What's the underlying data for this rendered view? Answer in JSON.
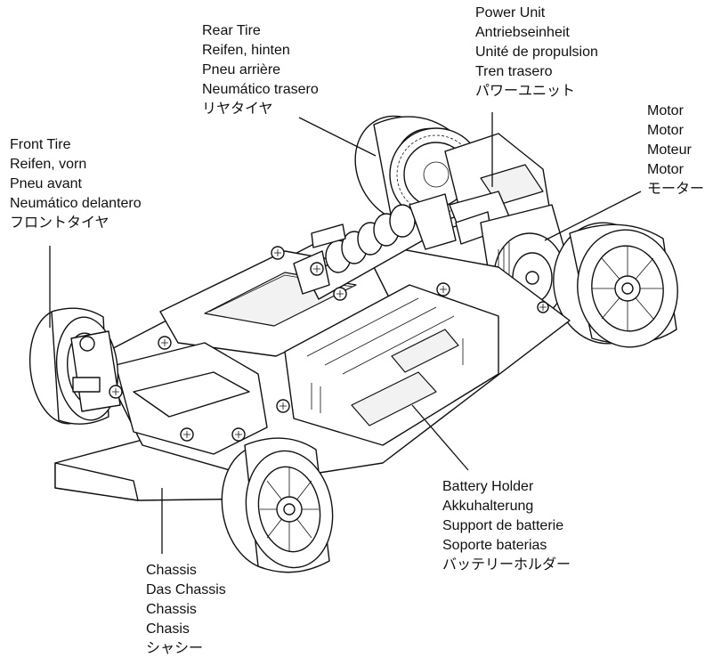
{
  "labels": {
    "rear_tire": [
      "Rear Tire",
      "Reifen, hinten",
      "Pneu arrière",
      "Neumático trasero",
      "リヤタイヤ"
    ],
    "power_unit": [
      "Power Unit",
      "Antriebseinheit",
      "Unité de propulsion",
      "Tren trasero",
      "パワーユニット"
    ],
    "motor": [
      "Motor",
      "Motor",
      "Moteur",
      "Motor",
      "モーター"
    ],
    "front_tire": [
      "Front Tire",
      "Reifen, vorn",
      "Pneu avant",
      "Neumático delantero",
      "フロントタイヤ"
    ],
    "battery_holder": [
      "Battery Holder",
      "Akkuhalterung",
      "Support de batterie",
      "Soporte baterias",
      "バッテリーホルダー"
    ],
    "chassis": [
      "Chassis",
      "Das Chassis",
      "Chassis",
      "Chasis",
      "シャシー"
    ]
  },
  "colors": {
    "line": "#111111",
    "background": "#ffffff",
    "shade": "#f2f2f2"
  }
}
